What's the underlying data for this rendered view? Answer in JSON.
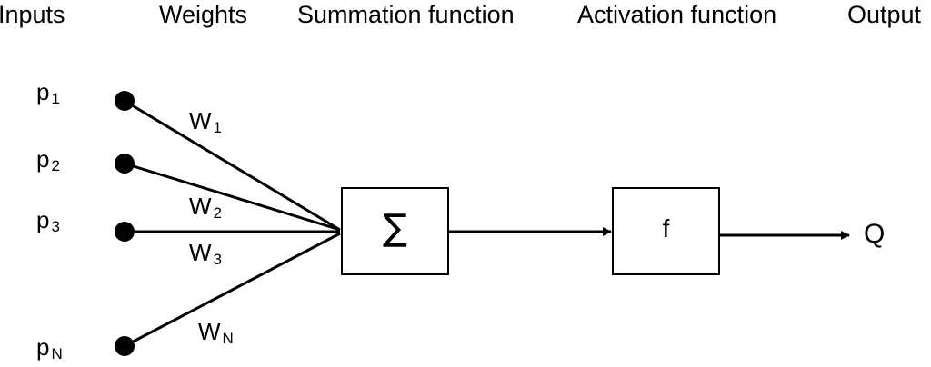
{
  "headers": {
    "inputs": "Inputs",
    "weights": "Weights",
    "summation": "Summation function",
    "activation": "Activation function",
    "output": "Output"
  },
  "inputs": [
    {
      "base": "p",
      "sub": "1"
    },
    {
      "base": "p",
      "sub": "2"
    },
    {
      "base": "p",
      "sub": "3"
    },
    {
      "base": "p",
      "sub": "N"
    }
  ],
  "weights": [
    {
      "base": "W",
      "sub": "1"
    },
    {
      "base": "W",
      "sub": "2"
    },
    {
      "base": "W",
      "sub": "3"
    },
    {
      "base": "W",
      "sub": "N"
    }
  ],
  "summation_symbol": "∑",
  "activation_symbol": "f",
  "output_label": "Q"
}
